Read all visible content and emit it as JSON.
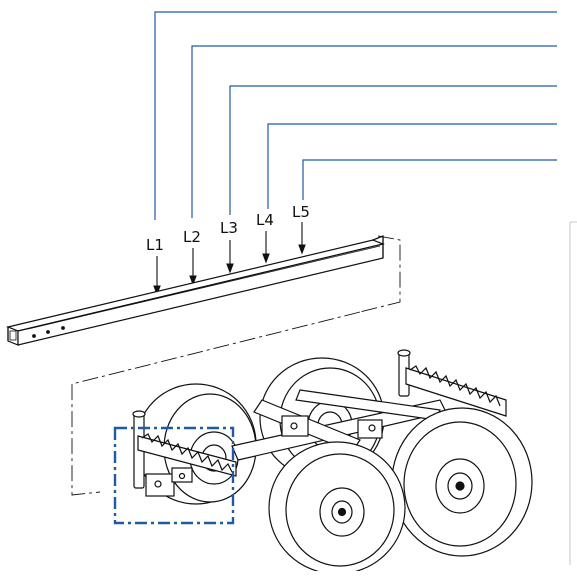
{
  "diagram": {
    "callout_labels": [
      "L1",
      "L2",
      "L3",
      "L4",
      "L5"
    ],
    "colors": {
      "callout_line": "#1f5aa6",
      "detail_frame": "#1f5aa6",
      "part_outline": "#111111",
      "background": "#ffffff"
    },
    "components": {
      "beam": "square-tube-beam",
      "assembly": "tandem-axle-wheel-assembly",
      "detail_frame": "dash-dot-detail-frame"
    }
  }
}
